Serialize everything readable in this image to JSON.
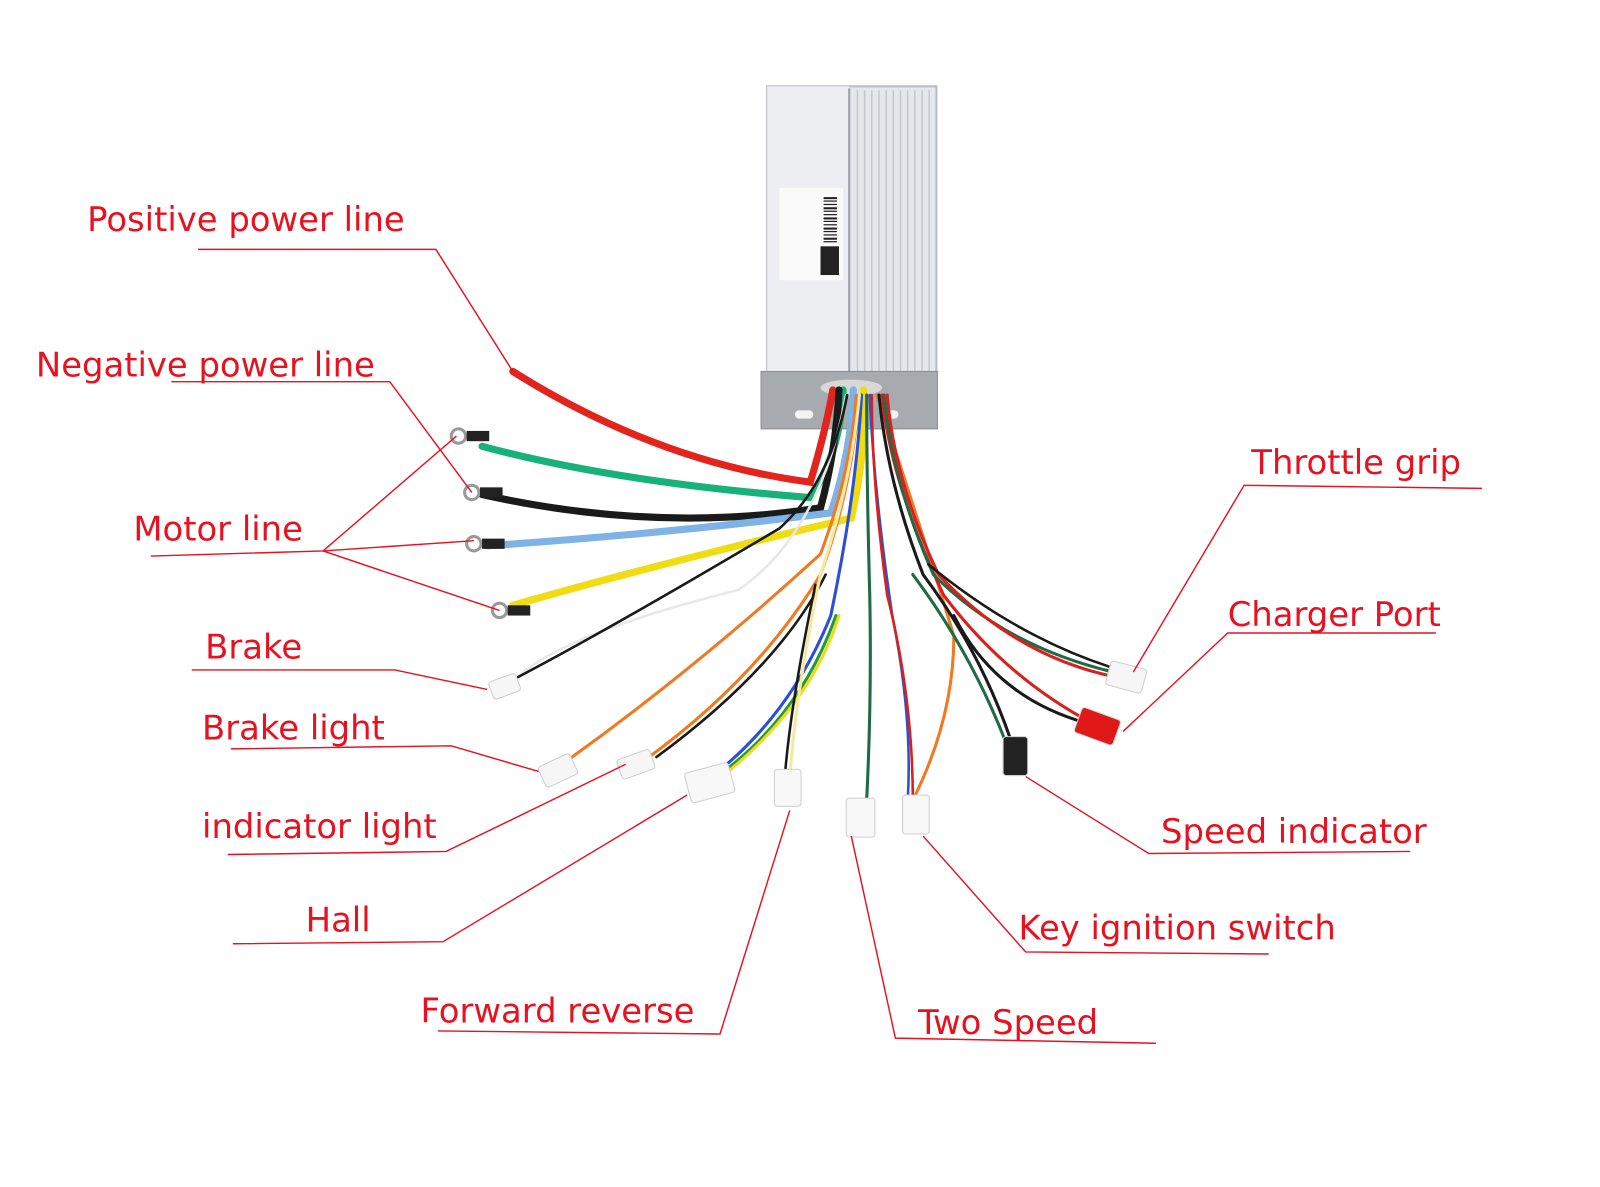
{
  "colors": {
    "label": "#e8111f",
    "housing": "#dfe3e8",
    "bracket": "#a9adb2",
    "background": "#ffffff"
  },
  "labels": {
    "positive_power_line": "Positive power line",
    "negative_power_line": "Negative power line",
    "motor_line": "Motor line",
    "brake": "Brake",
    "brake_light": "Brake light",
    "indicator_light": "indicator light",
    "hall": "Hall",
    "forward_reverse": "Forward reverse",
    "two_speed": "Two Speed",
    "key_ignition_switch": "Key ignition switch",
    "speed_indicator": "Speed indicator",
    "charger_port": "Charger Port",
    "throttle_grip": "Throttle grip"
  },
  "wire_colors": {
    "positive": "#e3241c",
    "negative": "#1a1a1a",
    "motor_green": "#17b27a",
    "motor_blue": "#7fb2e6",
    "motor_yellow": "#f0dc12",
    "orange": "#f07a22",
    "white": "#e8e8e8",
    "dark_green": "#1f6b45",
    "red_thin": "#d8201c",
    "charger_connector": "#e01818",
    "speed_connector": "#222222"
  }
}
